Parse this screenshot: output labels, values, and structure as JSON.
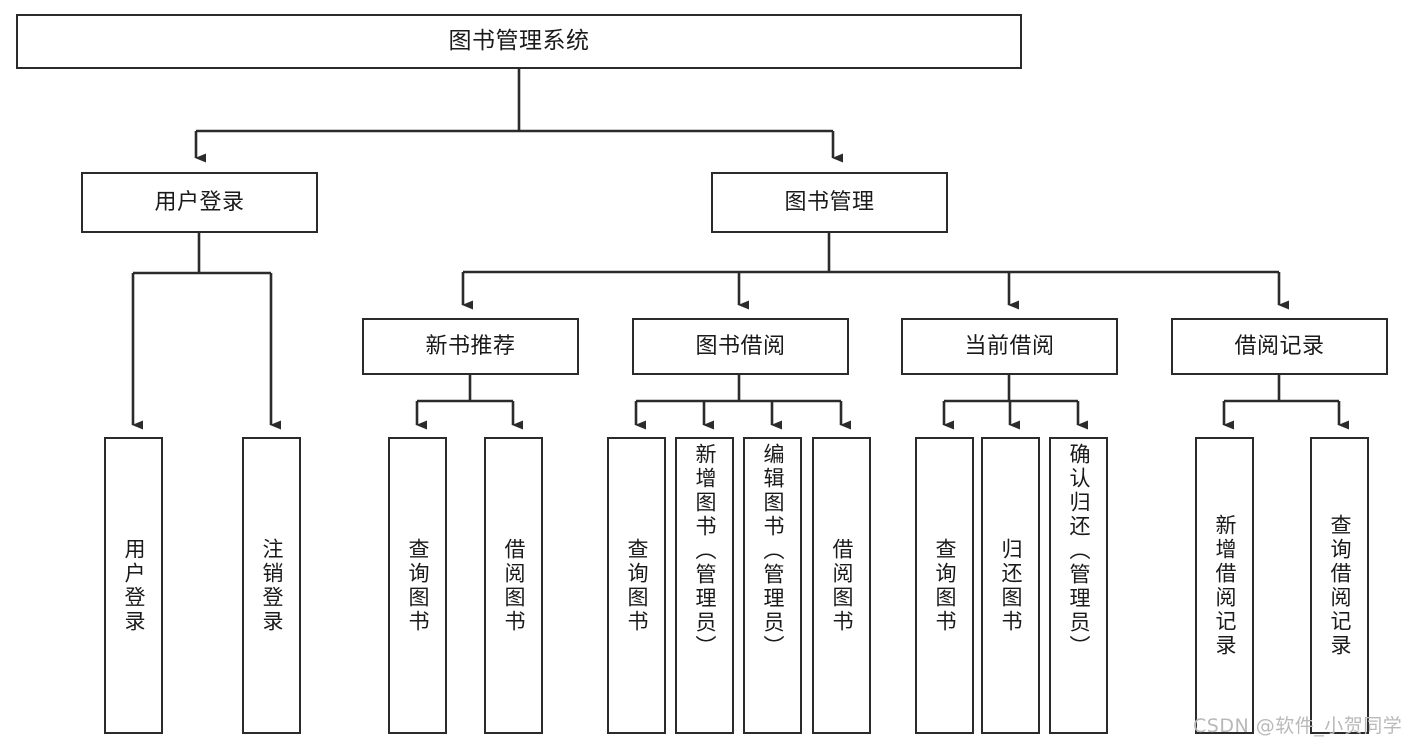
{
  "diagram": {
    "type": "tree-hierarchy-chart",
    "title": "图书管理系统",
    "watermark": "CSDN @软件_小贺同学",
    "colors": {
      "box_border": "#2b2b2b",
      "box_fill": "#ffffff",
      "connector": "#2b2b2b",
      "text": "#1a1a1a",
      "watermark": "#b9b9b9",
      "background": "#ffffff"
    },
    "root": {
      "label": "图书管理系统"
    },
    "level2": [
      {
        "label": "用户登录"
      },
      {
        "label": "图书管理"
      }
    ],
    "level3": [
      {
        "label": "新书推荐"
      },
      {
        "label": "图书借阅"
      },
      {
        "label": "当前借阅"
      },
      {
        "label": "借阅记录"
      }
    ],
    "leaves": {
      "user_login": [
        {
          "label": "用户登录"
        },
        {
          "label": "注销登录"
        }
      ],
      "new_book_recommend": [
        {
          "label": "查询图书"
        },
        {
          "label": "借阅图书"
        }
      ],
      "book_borrow": [
        {
          "label": "查询图书"
        },
        {
          "label": "新增图书（管理员）"
        },
        {
          "label": "编辑图书（管理员）"
        },
        {
          "label": "借阅图书"
        }
      ],
      "current_borrow": [
        {
          "label": "查询图书"
        },
        {
          "label": "归还图书"
        },
        {
          "label": "确认归还（管理员）"
        }
      ],
      "borrow_record": [
        {
          "label": "新增借阅记录"
        },
        {
          "label": "查询借阅记录"
        }
      ]
    }
  }
}
